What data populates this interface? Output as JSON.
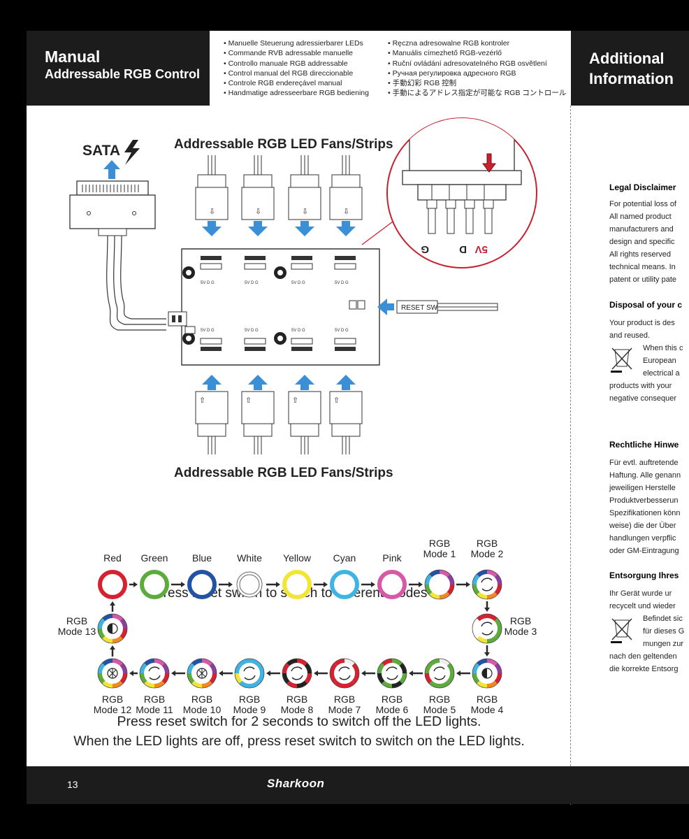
{
  "header": {
    "title": "Manual",
    "subtitle": "Addressable RGB Control",
    "languages_col1": [
      "Manuelle Steuerung adressierbarer LEDs",
      "Commande RVB adressable manuelle",
      "Controllo manuale RGB addressable",
      "Control manual del RGB direccionable",
      "Controle RGB endereçável manual",
      "Handmatige adresseerbare RGB bediening"
    ],
    "languages_col2": [
      "Ręczna adresowalne RGB kontroler",
      "Manuális címezhető RGB-vezérlő",
      "Ruční ovládání adresovatelného RGB osvětlení",
      "Ручная регулировка адресного RGB",
      "手動幻彩 RGB 控制",
      "手動によるアドレス指定が可能な RGB コントロール"
    ]
  },
  "additional": {
    "title_line1": "Additional",
    "title_line2": "Information"
  },
  "diagram": {
    "sata_label": "SATA",
    "fans_top_label": "Addressable RGB LED Fans/Strips",
    "fans_bottom_label": "Addressable RGB LED Fans/Strips",
    "reset_label": "RESET SW",
    "pin_top": "5V D    G",
    "pin_bottom": "5V D    G",
    "zoom_g": "G",
    "zoom_d": "D",
    "zoom_5v": "5V"
  },
  "modes": {
    "row1": [
      "Red",
      "Green",
      "Blue",
      "White",
      "Yellow",
      "Cyan",
      "Pink",
      "RGB Mode 1",
      "RGB Mode 2"
    ],
    "mode3": "RGB Mode 3",
    "mode13": "RGB Mode 13",
    "row3": [
      "RGB Mode 12",
      "RGB Mode 11",
      "RGB Mode 10",
      "RGB Mode 9",
      "RGB Mode 8",
      "RGB Mode 7",
      "RGB Mode 6",
      "RGB Mode 5",
      "RGB Mode 4"
    ],
    "center_text": "Press reset switch to switch to different modes",
    "colors": {
      "red": "#d62230",
      "green": "#5cab3c",
      "blue": "#2353a4",
      "white": "#ffffff",
      "yellow": "#f3e535",
      "cyan": "#3fb4e3",
      "pink": "#d659a8",
      "arrow": "#2a2a2a",
      "accent_blue": "#3b8fd6"
    }
  },
  "notes": {
    "line1": "Press reset switch for 2 seconds to switch off the LED lights.",
    "line2": "When the LED lights are off, press reset switch to switch on the LED lights."
  },
  "right_column": {
    "legal_heading": "Legal Disclaimer",
    "legal_lines": [
      "For potential loss of",
      "All named product",
      "manufacturers and",
      "design and specific",
      "All rights reserved",
      "technical means. In",
      "patent or utility pate"
    ],
    "disposal_heading": "Disposal of your c",
    "disposal_lines": [
      "Your product is des",
      "and reused.",
      "When this c",
      "European",
      "electrical a",
      "products with your",
      "negative consequer"
    ],
    "de_heading": "Rechtliche Hinwe",
    "de_lines": [
      "Für evtl. auftretende",
      "Haftung. Alle genann",
      "jeweiligen Herstelle",
      "Produktverbesserun",
      "Spezifikationen könn",
      "weise) die der Über",
      "handlungen verpflic",
      "oder GM-Eintragung"
    ],
    "de_disposal_heading": "Entsorgung Ihres",
    "de_disposal_lines": [
      "Ihr Gerät wurde ur",
      "recycelt und wieder",
      "Befindet sic",
      "für dieses G",
      "mungen zur",
      "nach den geltenden",
      "die korrekte Entsorg"
    ]
  },
  "footer": {
    "page_number": "13",
    "brand": "Sharkoon"
  }
}
